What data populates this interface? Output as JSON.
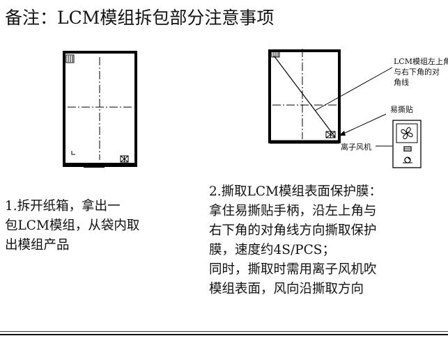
{
  "page": {
    "title": "备注：LCM模组拆包部分注意事项"
  },
  "left_figure": {},
  "right_figure": {
    "callout_diagonal": [
      "LCM模组左上角",
      "与右下角的对",
      "角线"
    ],
    "callout_tab": "易撕贴",
    "callout_fan": "离子风机"
  },
  "steps": [
    {
      "text": "1.拆开纸箱，拿出一\n包LCM模组，从袋内取\n出模组产品"
    },
    {
      "text": "2.撕取LCM模组表面保护膜：\n拿住易撕贴手柄，沿左上角与\n右下角的对角线方向撕取保护\n膜，速度约4S/PCS；\n同时，撕取时需用离子风机吹\n模组表面，风向沿撕取方向"
    }
  ]
}
